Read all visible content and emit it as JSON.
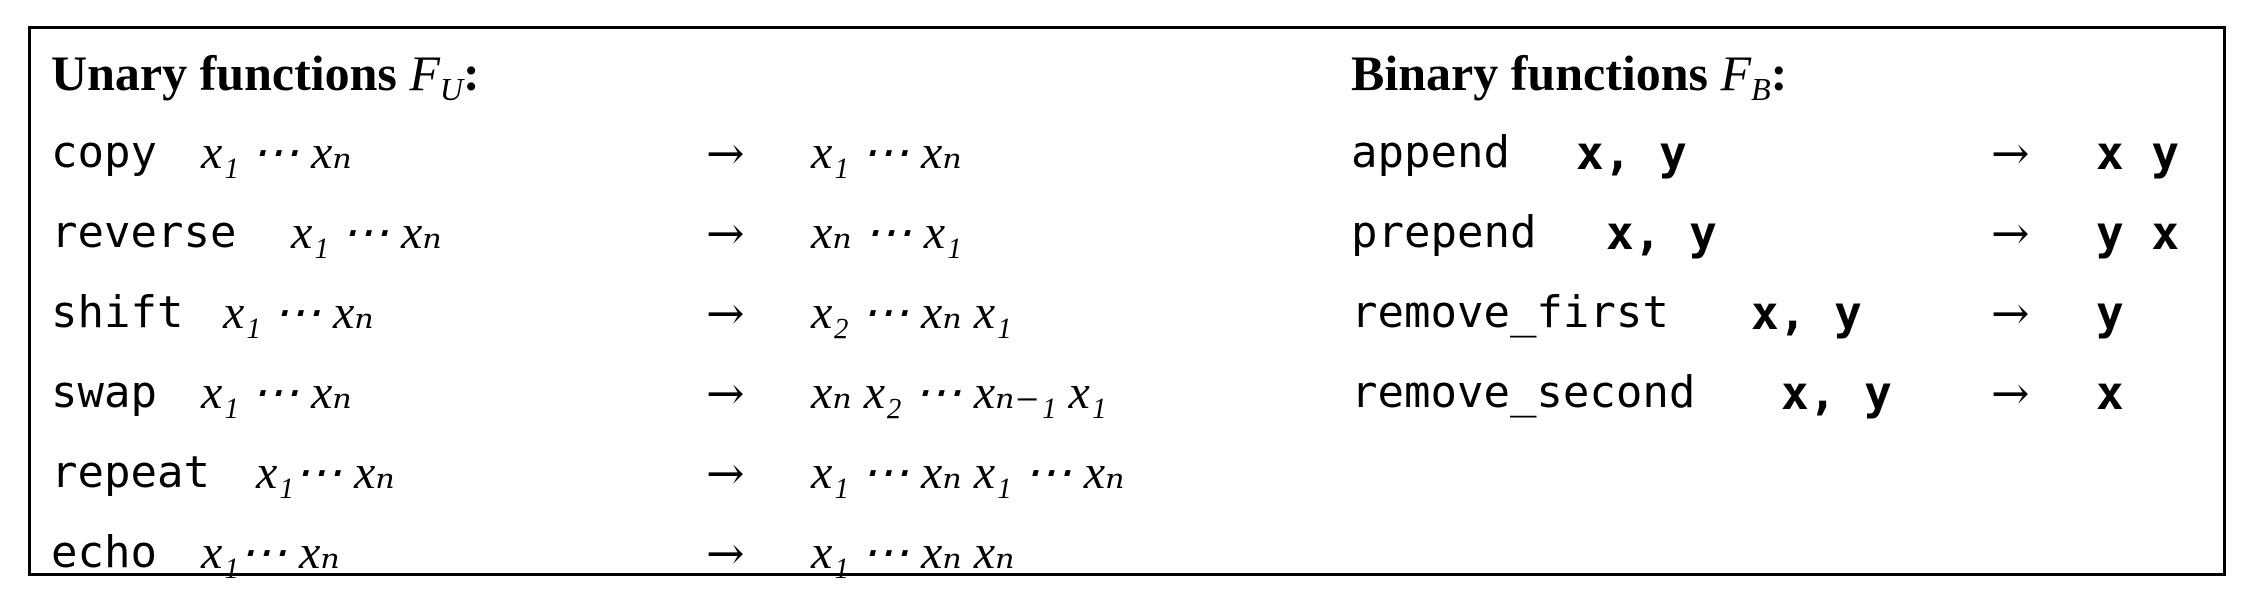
{
  "unary": {
    "heading_text": "Unary functions ",
    "heading_symbol": "F",
    "heading_subscript": "U",
    "heading_colon": ":",
    "arrow": "→",
    "rows": [
      {
        "name": "copy",
        "lhs": "x₁ ⋯ xₙ",
        "rhs": "x₁ ⋯ xₙ"
      },
      {
        "name": "reverse",
        "lhs": "x₁ ⋯ xₙ",
        "rhs": "xₙ ⋯ x₁"
      },
      {
        "name": "shift",
        "lhs": "x₁ ⋯ xₙ",
        "rhs": "x₂ ⋯ xₙ x₁"
      },
      {
        "name": "swap",
        "lhs": "x₁ ⋯ xₙ",
        "rhs": "xₙ x₂ ⋯ xₙ₋₁ x₁"
      },
      {
        "name": "repeat",
        "lhs": "x₁⋯ xₙ",
        "rhs": "x₁ ⋯ xₙ x₁ ⋯ xₙ"
      },
      {
        "name": "echo",
        "lhs": "x₁⋯ xₙ",
        "rhs": "x₁ ⋯ xₙ xₙ"
      }
    ]
  },
  "binary": {
    "heading_text": "Binary functions ",
    "heading_symbol": "F",
    "heading_subscript": "B",
    "heading_colon": ":",
    "arrow": "→",
    "rows": [
      {
        "name": "append",
        "lhs": "x, y",
        "rhs": "x y"
      },
      {
        "name": "prepend",
        "lhs": "x, y",
        "rhs": "y x"
      },
      {
        "name": "remove_first",
        "lhs": "x, y",
        "rhs": "y"
      },
      {
        "name": "remove_second",
        "lhs": "x, y",
        "rhs": "x"
      }
    ]
  }
}
